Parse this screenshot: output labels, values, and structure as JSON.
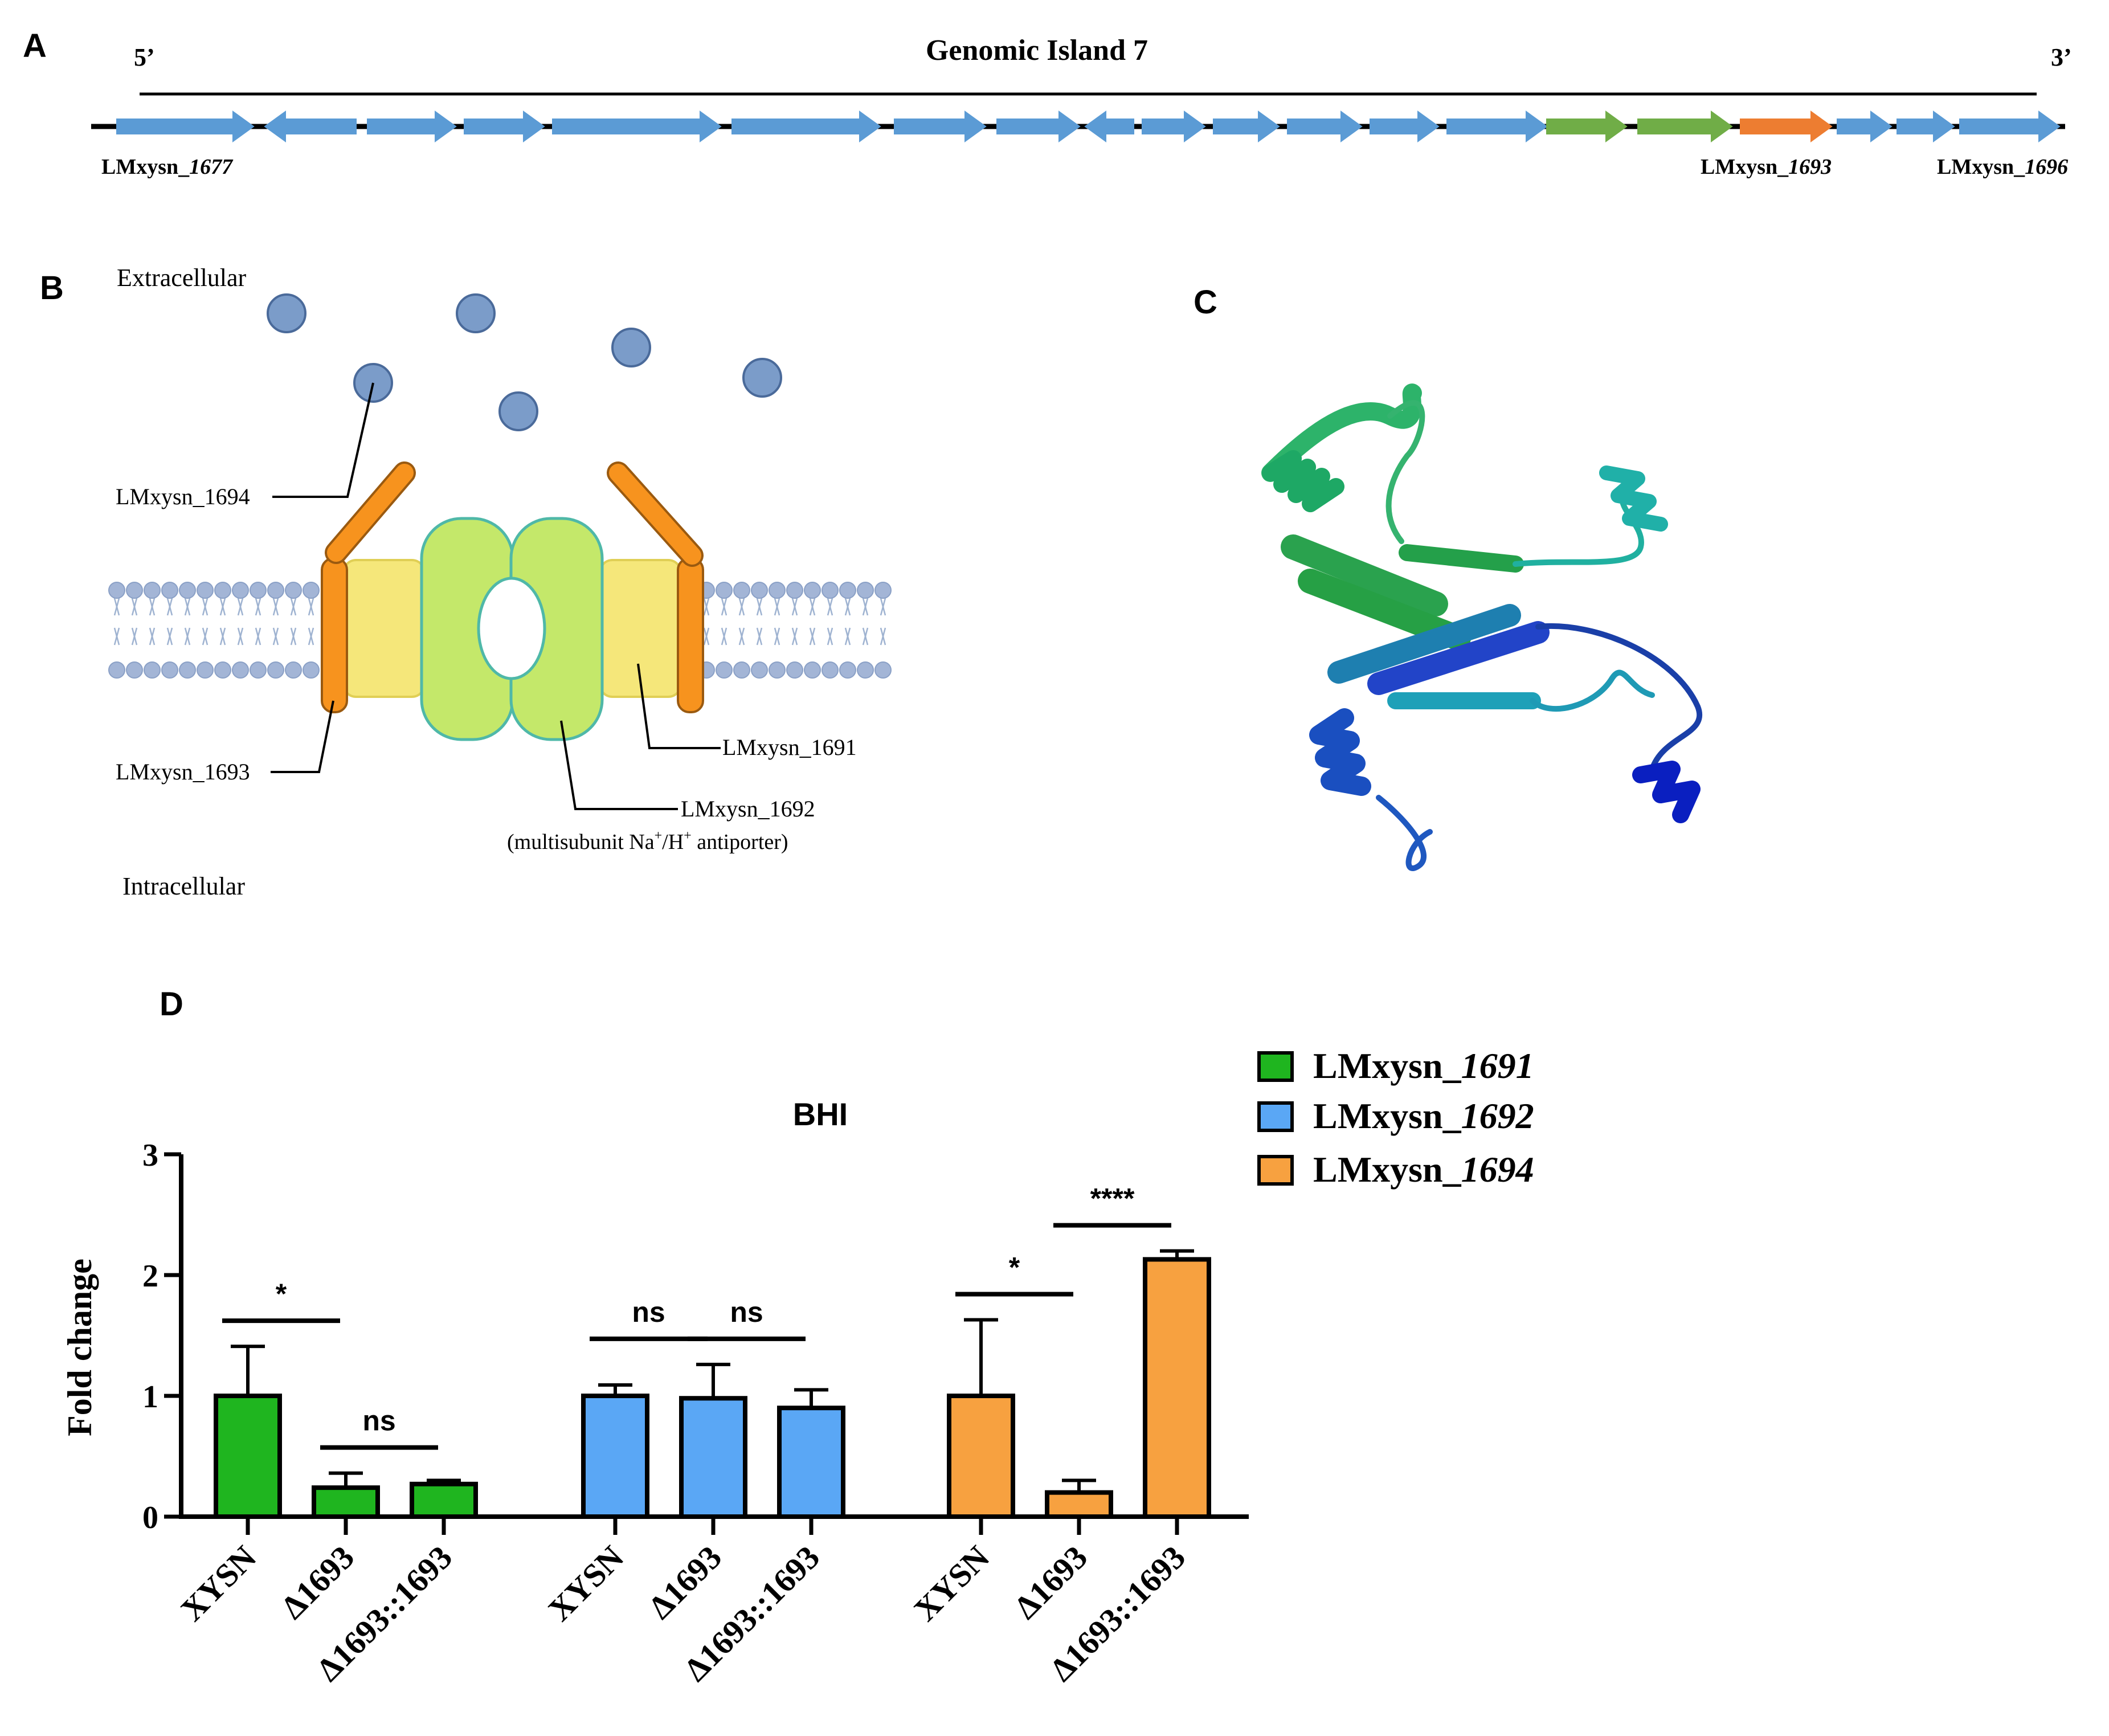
{
  "panels": {
    "a": "A",
    "b": "B",
    "c": "C",
    "d": "D"
  },
  "genome": {
    "title": "Genomic Island 7",
    "five_prime": "5’",
    "three_prime": "3’",
    "labels": [
      {
        "prefix": "LMxysn_",
        "num": "1677"
      },
      {
        "prefix": "LMxysn_",
        "num": "1693"
      },
      {
        "prefix": "LMxysn_",
        "num": "1696"
      }
    ],
    "colors": {
      "default": "#5b9bd5",
      "green": "#70ad47",
      "orange": "#ed7d31"
    }
  },
  "membrane": {
    "extracellular": "Extracellular",
    "intracellular": "Intracellular",
    "l1694": "LMxysn_1694",
    "l1693": "LMxysn_1693",
    "l1691": "LMxysn_1691",
    "l1692": "LMxysn_1692",
    "l1692_desc_a": "(multisubunit Na",
    "l1692_sup1": "+",
    "l1692_desc_b": "/H",
    "l1692_sup2": "+",
    "l1692_desc_c": " antiporter)"
  },
  "chart_data": {
    "type": "bar",
    "title": "BHI",
    "ylabel": "Fold change",
    "ylim": [
      0,
      3
    ],
    "yticks": [
      "0",
      "1",
      "2",
      "3"
    ],
    "categories": [
      "XYSN",
      "Δ1693",
      "Δ1693::1693"
    ],
    "series": [
      {
        "name": "LMxysn_1691",
        "prefix": "LMxysn_",
        "num": "1691",
        "color": "#1fb51f",
        "values": [
          1.0,
          0.24,
          0.27
        ],
        "errors": [
          0.41,
          0.12,
          0.03
        ]
      },
      {
        "name": "LMxysn_1692",
        "prefix": "LMxysn_",
        "num": "1692",
        "color": "#5aa7f5",
        "values": [
          1.0,
          0.98,
          0.9
        ],
        "errors": [
          0.09,
          0.28,
          0.15
        ]
      },
      {
        "name": "LMxysn_1694",
        "prefix": "LMxysn_",
        "num": "1694",
        "color": "#f7a140",
        "values": [
          1.0,
          0.2,
          2.13
        ],
        "errors": [
          0.63,
          0.1,
          0.07
        ]
      }
    ],
    "significance": [
      {
        "series": 0,
        "from": 0,
        "to": 1,
        "label": "*"
      },
      {
        "series": 0,
        "from": 1,
        "to": 2,
        "label": "ns"
      },
      {
        "series": 1,
        "from": 0,
        "to": 1,
        "label": "ns"
      },
      {
        "series": 1,
        "from": 1,
        "to": 2,
        "label": "ns"
      },
      {
        "series": 2,
        "from": 0,
        "to": 1,
        "label": "*"
      },
      {
        "series": 2,
        "from": 1,
        "to": 2,
        "label": "****"
      }
    ],
    "legend": "top-right"
  }
}
